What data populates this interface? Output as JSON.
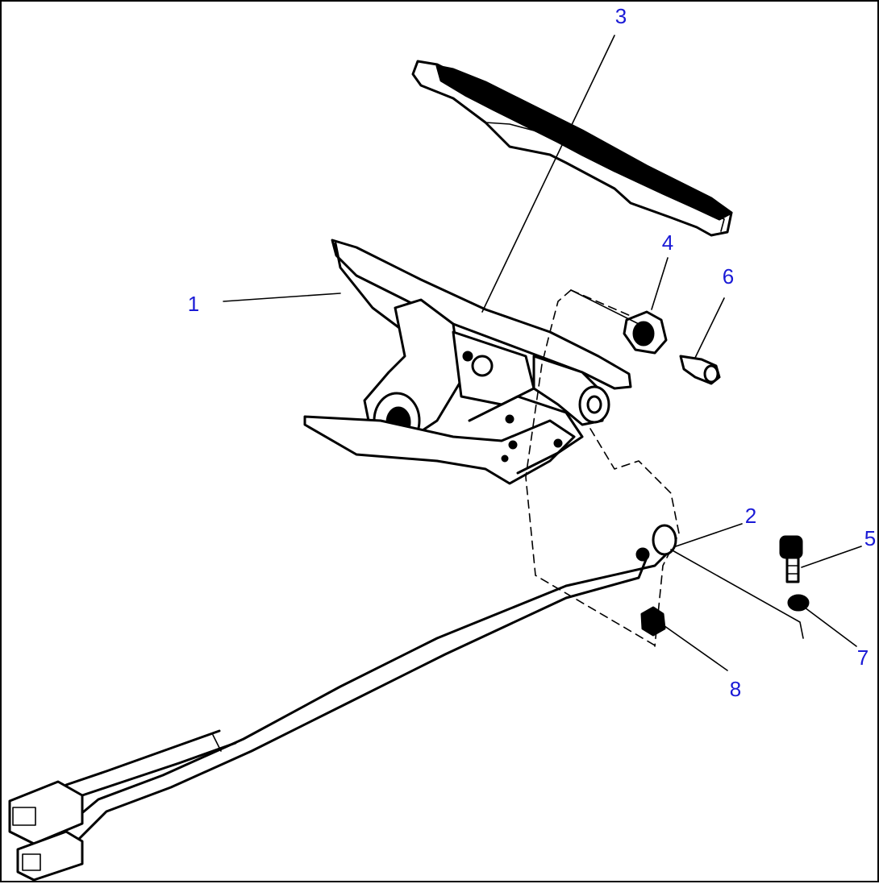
{
  "callouts": [
    {
      "id": "1",
      "label": "1"
    },
    {
      "id": "2",
      "label": "2"
    },
    {
      "id": "3",
      "label": "3"
    },
    {
      "id": "4",
      "label": "4"
    },
    {
      "id": "5",
      "label": "5"
    },
    {
      "id": "6",
      "label": "6"
    },
    {
      "id": "7",
      "label": "7"
    },
    {
      "id": "8",
      "label": "8"
    }
  ],
  "colors": {
    "callout_text": "#1a1ad6",
    "line_art": "#000000",
    "background": "#ffffff"
  }
}
